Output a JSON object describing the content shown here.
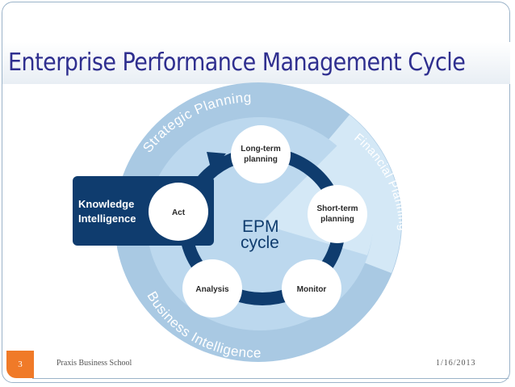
{
  "slide": {
    "title": "Enterprise Performance Management Cycle",
    "number": "3",
    "footer_left": "Praxis Business School",
    "footer_right": "1/16/2013"
  },
  "diagram": {
    "outer_ring": {
      "strategic_planning": "Strategic Planning",
      "financial_planning": "Financial Planning",
      "business_intelligence": "Business Intelligence"
    },
    "center": {
      "line1": "EPM",
      "line2": "cycle"
    },
    "knowledge_box": {
      "line1": "Knowledge",
      "line2": "Intelligence"
    },
    "nodes": {
      "act": "Act",
      "long_term_1": "Long-term",
      "long_term_2": "planning",
      "short_term_1": "Short-term",
      "short_term_2": "planning",
      "monitor": "Monitor",
      "analysis": "Analysis"
    },
    "colors": {
      "outer_ring": "#a9c9e3",
      "inner_disc": "#bcd8ee",
      "financial_sector": "#d4e8f6",
      "cycle_ring": "#0f3c6e",
      "knowledge_box": "#0f3c6e",
      "title": "#2f2f8f",
      "slide_number_badge": "#f07a28"
    }
  }
}
